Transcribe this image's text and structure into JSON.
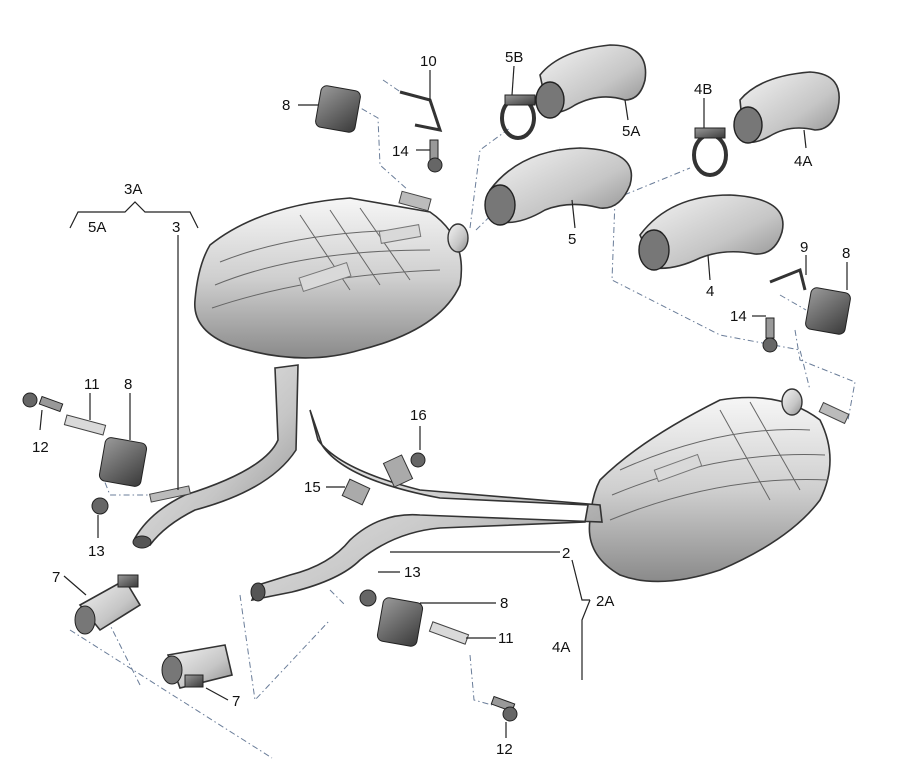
{
  "labels": {
    "l1": "10",
    "l2": "5B",
    "l3": "8",
    "l4": "14",
    "l5": "5A",
    "l6": "4B",
    "l7": "4A",
    "l8": "3A",
    "l9": "5A",
    "l10": "3",
    "l11": "5",
    "l12": "9",
    "l13": "8",
    "l14": "14",
    "l15": "4",
    "l16": "11",
    "l17": "8",
    "l18": "12",
    "l19": "13",
    "l20": "16",
    "l21": "15",
    "l22": "7",
    "l23": "2",
    "l24": "13",
    "l25": "2A",
    "l26": "8",
    "l27": "4A",
    "l28": "11",
    "l29": "7",
    "l30": "12"
  },
  "colors": {
    "metal_light": "#ececec",
    "metal_dark": "#8a8a8a",
    "leader": "#222222",
    "dash": "#6a7d99"
  }
}
